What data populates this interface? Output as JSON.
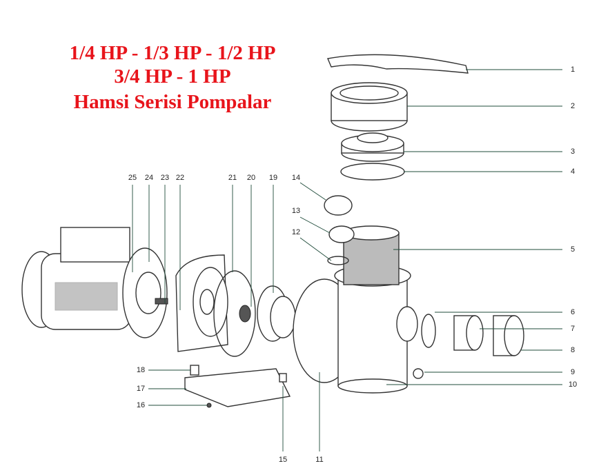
{
  "title": {
    "line1": "1/4 HP - 1/3 HP - 1/2 HP",
    "line2": "3/4 HP - 1 HP",
    "line3": "Hamsi Serisi Pompalar"
  },
  "labels": [
    "1",
    "2",
    "3",
    "4",
    "5",
    "6",
    "7",
    "8",
    "9",
    "10",
    "11",
    "12",
    "13",
    "14",
    "15",
    "16",
    "17",
    "18",
    "19",
    "20",
    "21",
    "22",
    "23",
    "24",
    "25"
  ],
  "colors": {
    "title": "#e8141b",
    "leader": "#1f4b3a",
    "outline": "#333333"
  }
}
